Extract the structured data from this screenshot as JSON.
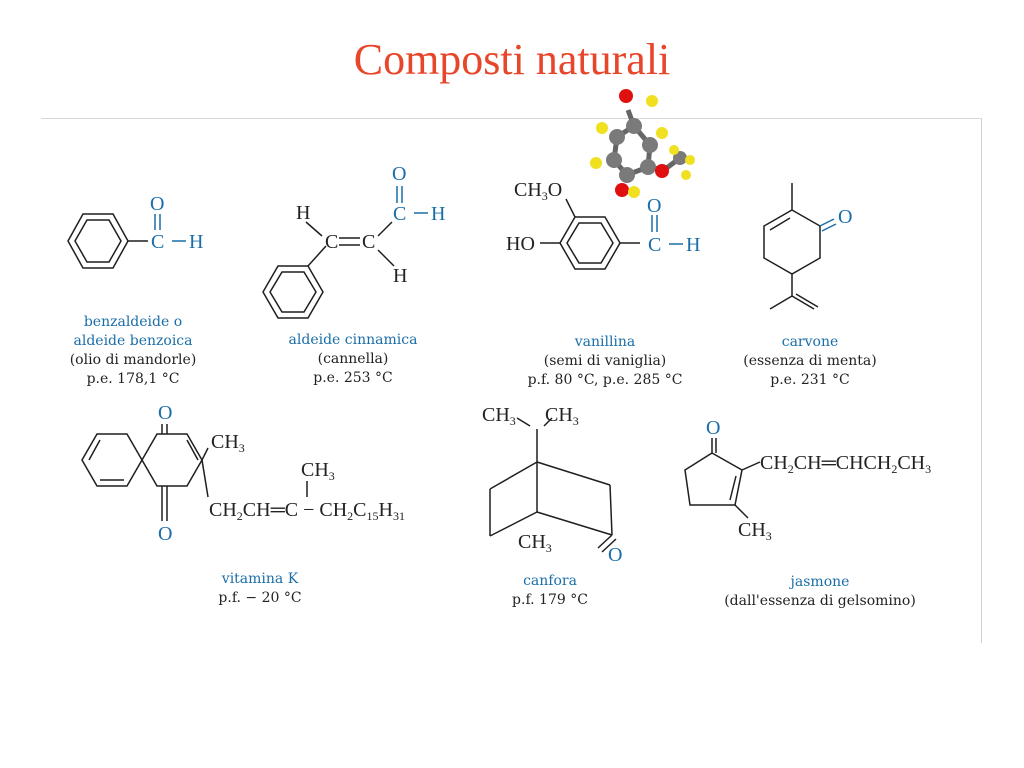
{
  "title": "Composti naturali",
  "compounds": [
    {
      "name": "benzaldeide o",
      "name2": "aldeide benzoica",
      "source": "(olio di mandorle)",
      "prop": "p.e. 178,1 °C"
    },
    {
      "name": "aldeide cinnamica",
      "source": "(cannella)",
      "prop": "p.e. 253 °C"
    },
    {
      "name": "vanillina",
      "source": "(semi di vaniglia)",
      "prop": "p.f. 80 °C, p.e. 285 °C"
    },
    {
      "name": "carvone",
      "source": "(essenza di menta)",
      "prop": "p.e. 231 °C"
    },
    {
      "name": "vitamina K",
      "prop": "p.f.  − 20 °C"
    },
    {
      "name": "canfora",
      "prop": "p.f. 179 °C"
    },
    {
      "name": "jasmone",
      "source": "(dall'essenza di gelsomino)"
    }
  ],
  "atoms": {
    "O": "O",
    "C": "C",
    "H": "H",
    "HO": "HO",
    "CH3O": "CH₃O",
    "CH3": "CH₃",
    "vitk_chain": "CH₂CH═C − CH₂C₁₅H₃₁",
    "jasmone_chain": "CH₂CH═CHCH₂CH₃"
  },
  "colors": {
    "title": "#e8462a",
    "label_blue": "#1a6ea8",
    "atom_red": "#e01010",
    "atom_gray": "#7a7a7a",
    "atom_yellow": "#f0e020"
  }
}
